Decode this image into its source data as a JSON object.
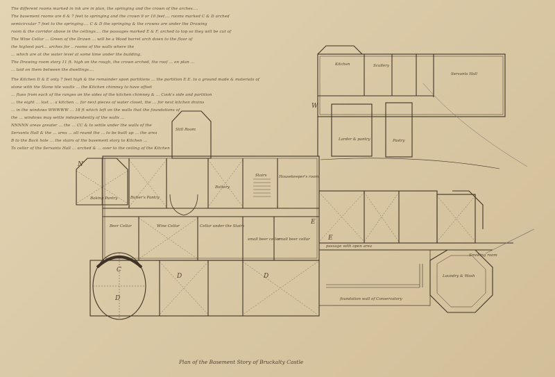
{
  "caption": "Plan of the Basement Story of Bruckalty Castle",
  "notes": [
    "The different rooms marked in ink are in plan, the springing and the crown of the arches....",
    "The basement rooms are 6 & 7 feet to springing and the crown 9 or 10 feet.... rooms marked C & D arched",
    "semicircular 7 feet to the springing.... C & D the springing & the crowns are under the Drawing",
    "room & the corridor above in the ceilings.... the passages marked E & F, arched to top so they will be cut of",
    "The Wine Cellar ... Green of the Drawn ... will be a Wood barrel arch down to the floor of",
    "the highest part... arches for .. rooms of the walls where the",
    "... which are at the water level at some time under the building.",
    "The Drawing room story 11 ft. high on the rough, the crown arched, the roof ... on plan ...",
    "... laid on them between the dwellings....",
    "The Kitchen D & E only 7 feet high & the remainder upon partitions ... the partition E.E. to a ground made & materials of",
    "stone with the Stone tile vaults ... the Kitchen chimney to have offset",
    "... flues from each of the ranges on the sides of the kitchen chimney & ... Cook's side and partition",
    "... the eight ... last ... a kitchen ... for next pieces of water closet, the ... for next kitchen drains",
    "... in the windows WWWWW ... 18 ft which left on the walls that the foundations of",
    "the ... windows may settle independently of the walls ...",
    "NNNNN areas greater ... the ... CC & to settle under the walls of the",
    "Servants Hall & the ... area ... all round the ... to be built up ... the area",
    "B to the Back hole ... the stairs of the basement story to Kitchen ...",
    "To cellar of the Servants Hall ... arched & ... over to the ceiling of the Kitchen"
  ],
  "room_labels": {
    "kitchen": "Kitchen",
    "scullery": "Scullery",
    "servants_hall": "Servants Hall",
    "larder": "Larder & pantry",
    "pastry": "Pastry",
    "still_room": "Still Room",
    "housekeepers_room": "Housekeeper's room",
    "butlers_pantry": "Butler's Pantry",
    "baking_pantry": "Baking Pantry",
    "buttery": "Buttery",
    "beer_cellar": "Beer Cellar",
    "wine_cellar": "Wine Cellar",
    "cellar_under_stairs": "Cellar under the Stairs",
    "small_beer_cellar": "small beer cellar",
    "cellar_2": "small beer cellar",
    "stairs": "Stairs",
    "laundry": "Laundry & Wash",
    "smoking_room": "Smoking room",
    "passage": "passage with open area",
    "foundation": "foundation wall of Conservatory"
  },
  "letters": {
    "c": "C",
    "d1": "D",
    "d2": "D",
    "d3": "D",
    "e1": "E",
    "e2": "E",
    "n": "N",
    "w": "W"
  }
}
